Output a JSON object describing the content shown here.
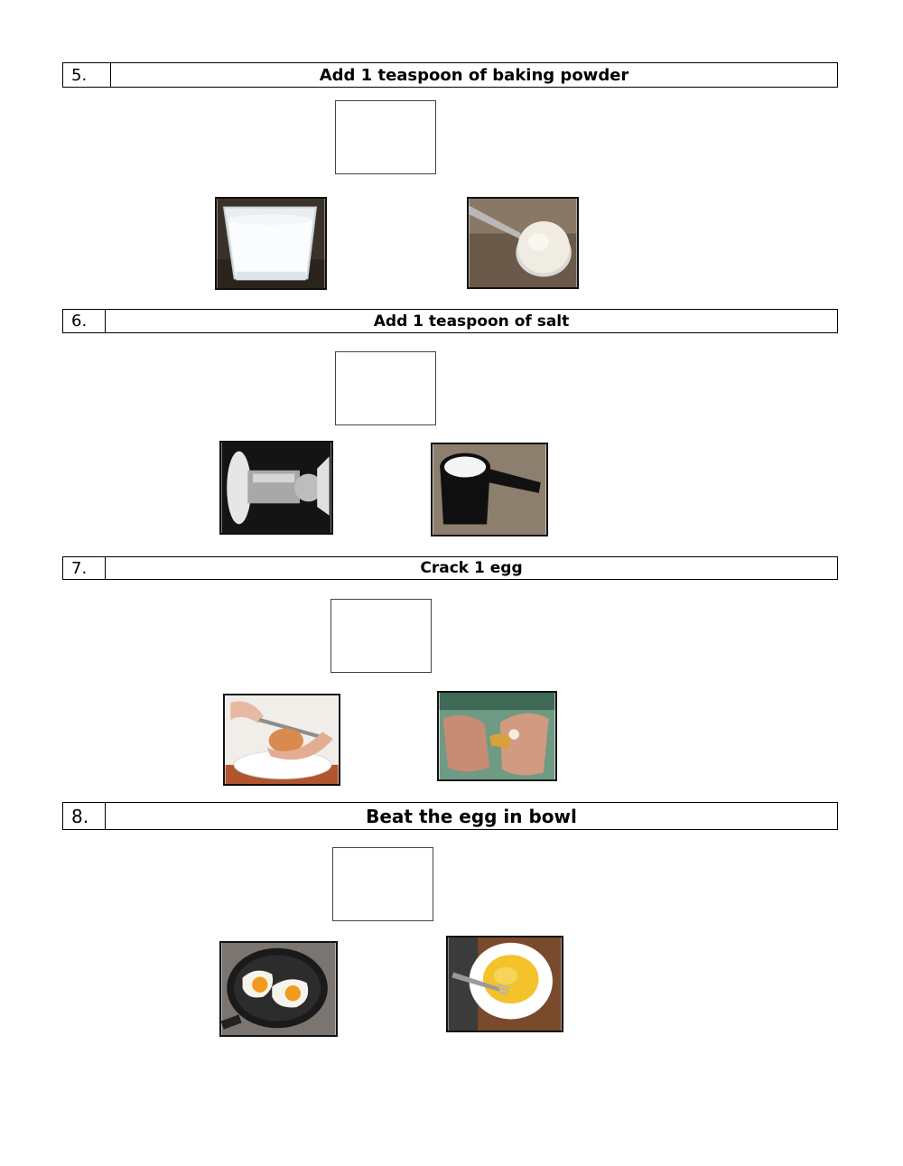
{
  "steps": [
    {
      "number": "5.",
      "title": "Add 1 teaspoon of baking powder",
      "images": [
        "glass-of-milk",
        "spoon-of-baking-powder"
      ]
    },
    {
      "number": "6.",
      "title": "Add 1 teaspoon of salt",
      "images": [
        "salt-shaker",
        "measuring-cup-of-salt"
      ]
    },
    {
      "number": "7.",
      "title": "Crack 1 egg",
      "images": [
        "cracking-egg-with-knife",
        "cracking-egg-by-hand"
      ]
    },
    {
      "number": "8.",
      "title": "Beat the egg in bowl",
      "images": [
        "fried-eggs-in-pan",
        "beaten-egg-in-bowl"
      ]
    }
  ]
}
